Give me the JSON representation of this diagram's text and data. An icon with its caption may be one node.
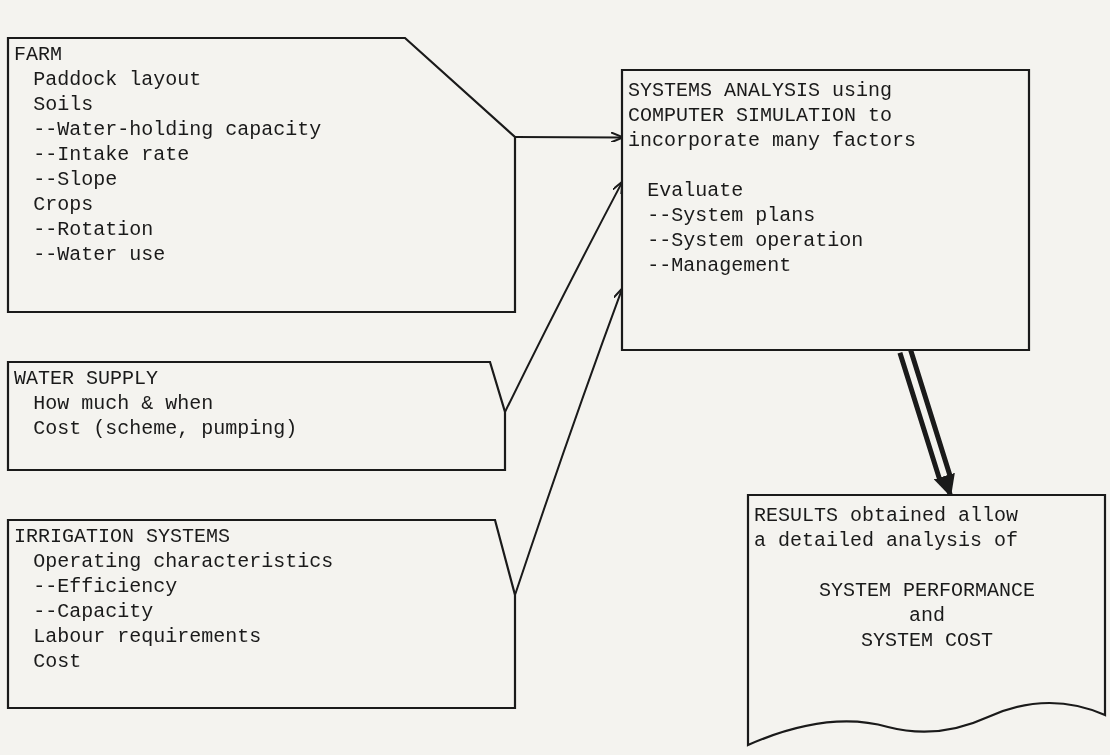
{
  "diagram": {
    "nodes": [
      {
        "text": [
          "FARM",
          "Paddock layout",
          "Soils",
          "--Water-holding capacity",
          "--Intake rate",
          "--Slope",
          "Crops",
          "--Rotation",
          "--Water use"
        ]
      },
      {
        "text": [
          "WATER SUPPLY",
          "How much & when",
          "Cost (scheme, pumping)"
        ]
      },
      {
        "text": [
          "IRRIGATION SYSTEMS",
          "Operating characteristics",
          "--Efficiency",
          "--Capacity",
          "Labour requirements",
          "Cost"
        ]
      },
      {
        "text": [
          "SYSTEMS ANALYSIS using COMPUTER SIMULATION to incorporate many factors",
          "Evaluate",
          "--System plans",
          "--System operation",
          "--Management"
        ]
      },
      {
        "text": [
          "RESULTS obtained allow a detailed analysis of",
          "SYSTEM PERFORMANCE",
          "and",
          "SYSTEM COST"
        ]
      }
    ],
    "edges": [
      {
        "from": 0,
        "to": 3,
        "arrow": "to"
      },
      {
        "from": 1,
        "to": 3,
        "arrow": "to"
      },
      {
        "from": 2,
        "to": 3,
        "arrow": "to"
      },
      {
        "from": 3,
        "to": 4,
        "arrow": "to",
        "style": "thick"
      }
    ]
  }
}
